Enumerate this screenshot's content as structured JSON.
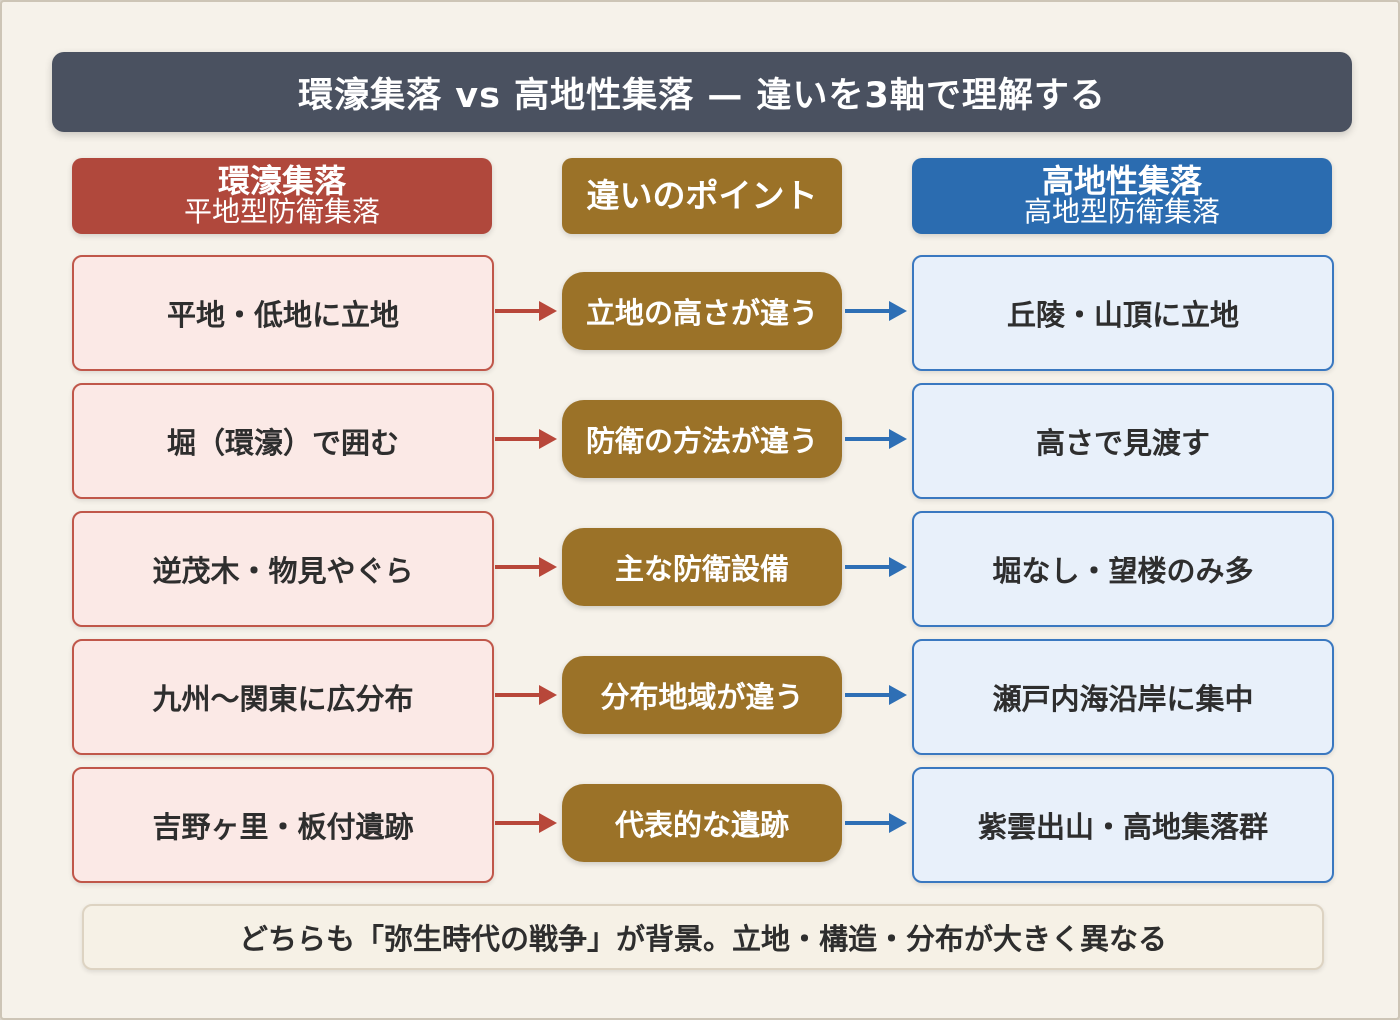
{
  "title": "環濠集落 vs 高地性集落 — 違いを3軸で理解する",
  "columns": {
    "left": {
      "title": "環濠集落",
      "subtitle": "平地型防衛集落",
      "color": "#b0483c"
    },
    "middle": {
      "title": "違いのポイント",
      "color": "#9b7228"
    },
    "right": {
      "title": "高地性集落",
      "subtitle": "高地型防衛集落",
      "color": "#2b6cb0"
    }
  },
  "rows": [
    {
      "left": "平地・低地に立地",
      "point": "立地の高さが違う",
      "right": "丘陵・山頂に立地"
    },
    {
      "left": "堀（環濠）で囲む",
      "point": "防衛の方法が違う",
      "right": "高さで見渡す"
    },
    {
      "left": "逆茂木・物見やぐら",
      "point": "主な防衛設備",
      "right": "堀なし・望楼のみ多"
    },
    {
      "left": "九州〜関東に広分布",
      "point": "分布地域が違う",
      "right": "瀬戸内海沿岸に集中"
    },
    {
      "left": "吉野ヶ里・板付遺跡",
      "point": "代表的な遺跡",
      "right": "紫雲出山・高地集落群"
    }
  ],
  "footer": "どちらも「弥生時代の戦争」が背景。立地・構造・分布が大きく異なる",
  "colors": {
    "arrow_left": "#b8473a",
    "arrow_right": "#2e6fb5"
  }
}
